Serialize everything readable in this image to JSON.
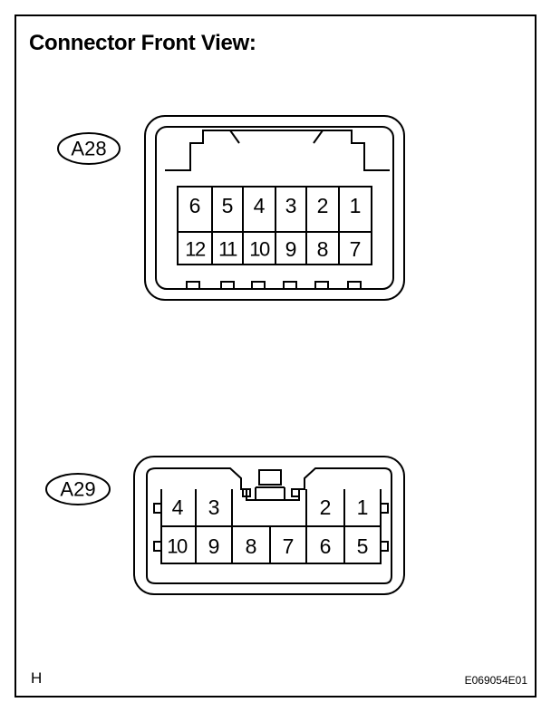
{
  "title": "Connector Front View:",
  "connectors": [
    {
      "label": "A28",
      "row_top": [
        "6",
        "5",
        "4",
        "3",
        "2",
        "1"
      ],
      "row_bottom": [
        "12",
        "11",
        "10",
        "9",
        "8",
        "7"
      ]
    },
    {
      "label": "A29",
      "row_top": [
        "4",
        "3",
        "",
        "",
        "2",
        "1"
      ],
      "row_bottom": [
        "10",
        "9",
        "8",
        "7",
        "6",
        "5"
      ]
    }
  ],
  "figure_code": "E069054E01",
  "corner_mark": "H"
}
